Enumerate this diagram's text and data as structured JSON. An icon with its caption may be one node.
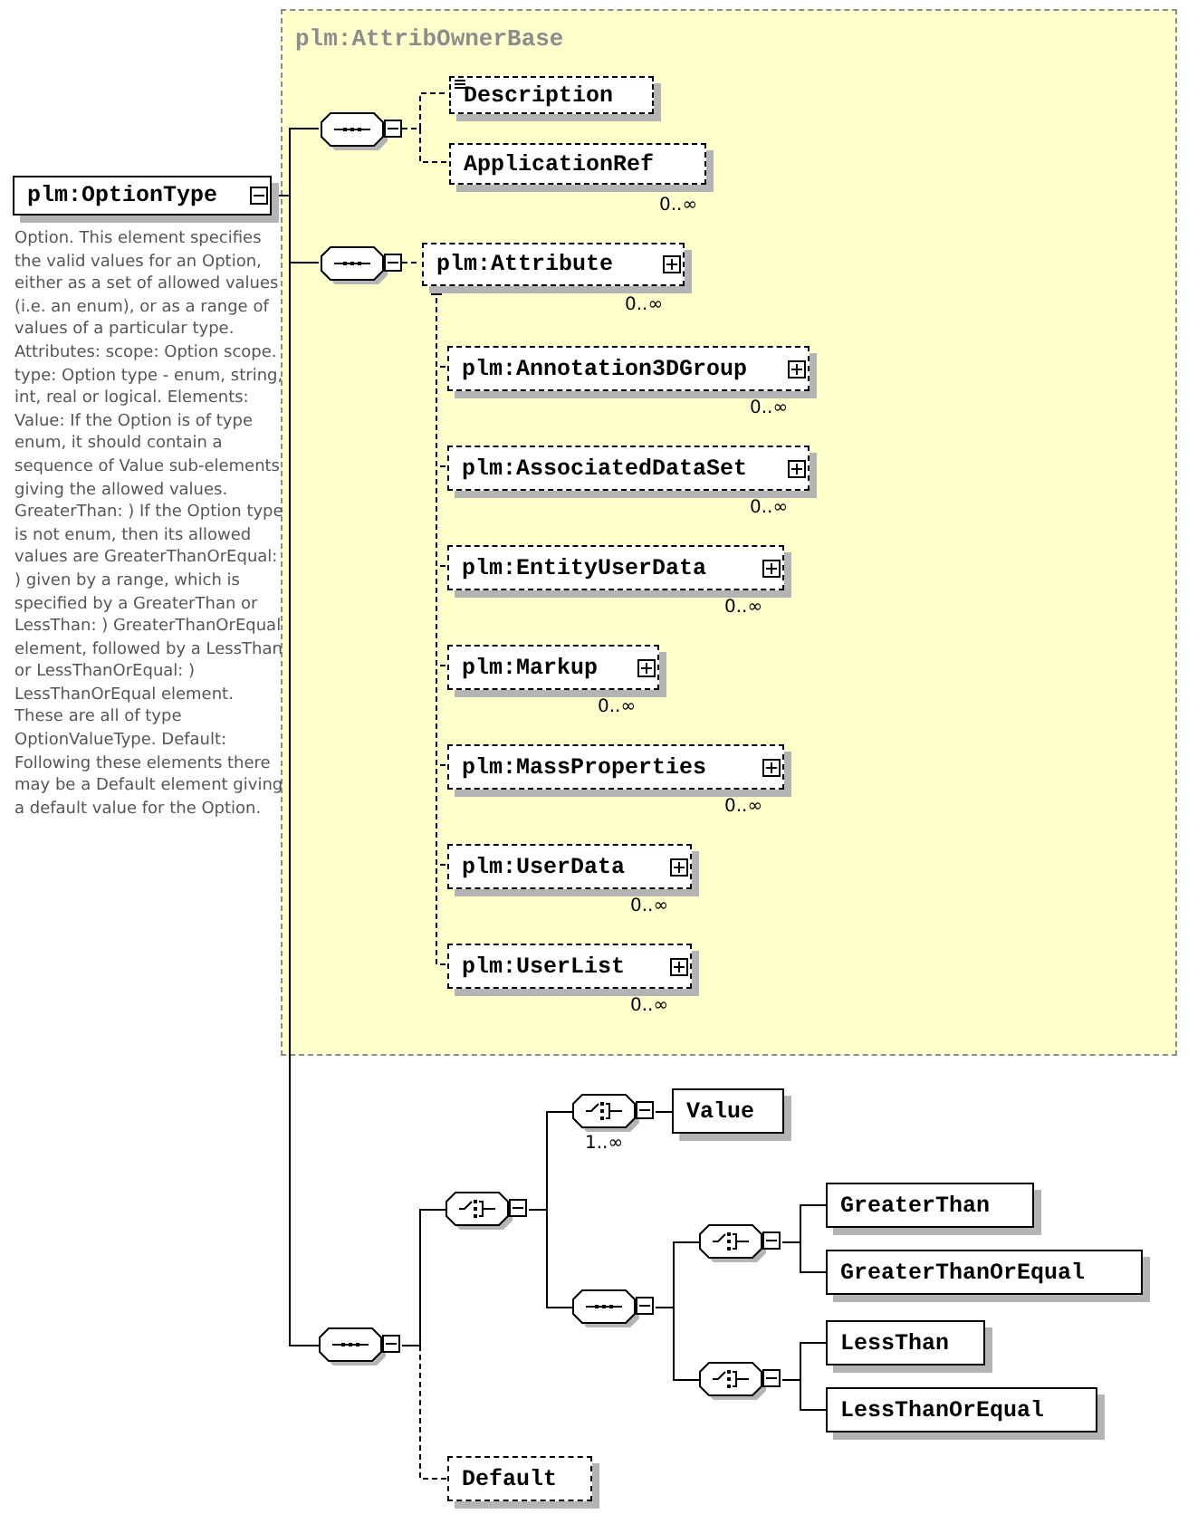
{
  "diagram": {
    "nodes": [
      {
        "text": [
          "plm:OptionType"
        ],
        "beside": [
          "Option. This element specifies the valid values for an Option, either as a set of allowed values (i.e. an enum), or as a range of values of a particular type. Attributes: scope: Option scope. type: Option type - enum, string, int, real or logical. Elements: Value: If the Option is of type enum, it should contain a sequence of Value sub-elements giving the allowed values. GreaterThan: ) If the Option type is not enum, then its allowed values are GreaterThanOrEqual: ) given by a range, which is specified by a GreaterThan or LessThan: ) GreaterThanOrEqual element, followed by a LessThan or LessThanOrEqual: ) LessThanOrEqual element. These are all of type OptionValueType. Default: Following these elements there may be a Default element giving a default value for the Option."
        ]
      },
      {
        "text": [
          "plm:AttribOwnerBase"
        ]
      },
      {
        "text": [],
        "shape": "octagon",
        "in": 1
      },
      {
        "text": [
          "Description"
        ],
        "in": 1
      },
      {
        "text": [
          "ApplicationRef"
        ],
        "in": 1,
        "beside": [
          "0..∞"
        ]
      },
      {
        "text": [],
        "shape": "octagon",
        "in": 1
      },
      {
        "text": [
          "plm:Attribute"
        ],
        "in": 1,
        "beside": [
          "0..∞"
        ]
      },
      {
        "text": [
          "plm:Annotation3DGroup"
        ],
        "in": 1,
        "beside": [
          "0..∞"
        ]
      },
      {
        "text": [
          "plm:AssociatedDataSet"
        ],
        "in": 1,
        "beside": [
          "0..∞"
        ]
      },
      {
        "text": [
          "plm:EntityUserData"
        ],
        "in": 1,
        "beside": [
          "0..∞"
        ]
      },
      {
        "text": [
          "plm:Markup"
        ],
        "in": 1,
        "beside": [
          "0..∞"
        ]
      },
      {
        "text": [
          "plm:MassProperties"
        ],
        "in": 1,
        "beside": [
          "0..∞"
        ]
      },
      {
        "text": [
          "plm:UserData"
        ],
        "in": 1,
        "beside": [
          "0..∞"
        ]
      },
      {
        "text": [
          "plm:UserList"
        ],
        "in": 1,
        "beside": [
          "0..∞"
        ]
      },
      {
        "text": [],
        "shape": "octagon"
      },
      {
        "text": [],
        "shape": "octagon"
      },
      {
        "text": [],
        "shape": "octagon",
        "beside": [
          "1..∞"
        ]
      },
      {
        "text": [
          "Value"
        ]
      },
      {
        "text": [],
        "shape": "octagon"
      },
      {
        "text": [],
        "shape": "octagon"
      },
      {
        "text": [
          "GreaterThan"
        ]
      },
      {
        "text": [
          "GreaterThanOrEqual"
        ]
      },
      {
        "text": [],
        "shape": "octagon"
      },
      {
        "text": [
          "LessThan"
        ]
      },
      {
        "text": [
          "LessThanOrEqual"
        ]
      },
      {
        "text": [
          "Default"
        ]
      }
    ],
    "edges": [
      {
        "from": 0,
        "to": 2,
        "arrow": "none"
      },
      {
        "from": 0,
        "to": 5,
        "arrow": "none"
      },
      {
        "from": 0,
        "to": 14,
        "arrow": "none"
      },
      {
        "from": 2,
        "to": 3,
        "arrow": "none",
        "style": "dashed"
      },
      {
        "from": 2,
        "to": 4,
        "arrow": "none",
        "style": "dashed"
      },
      {
        "from": 5,
        "to": 6,
        "arrow": "none",
        "style": "dashed"
      },
      {
        "from": 7,
        "to": 6,
        "arrow": "to",
        "style": "dashed"
      },
      {
        "from": 8,
        "to": 6,
        "arrow": "to",
        "style": "dashed"
      },
      {
        "from": 9,
        "to": 6,
        "arrow": "to",
        "style": "dashed"
      },
      {
        "from": 10,
        "to": 6,
        "arrow": "to",
        "style": "dashed"
      },
      {
        "from": 11,
        "to": 6,
        "arrow": "to",
        "style": "dashed"
      },
      {
        "from": 12,
        "to": 6,
        "arrow": "to",
        "style": "dashed"
      },
      {
        "from": 13,
        "to": 6,
        "arrow": "to",
        "style": "dashed"
      },
      {
        "from": 14,
        "to": 15,
        "arrow": "none"
      },
      {
        "from": 14,
        "to": 25,
        "arrow": "none",
        "style": "dashed"
      },
      {
        "from": 15,
        "to": 16,
        "arrow": "none"
      },
      {
        "from": 15,
        "to": 18,
        "arrow": "none"
      },
      {
        "from": 16,
        "to": 17,
        "arrow": "none"
      },
      {
        "from": 18,
        "to": 19,
        "arrow": "none"
      },
      {
        "from": 18,
        "to": 22,
        "arrow": "none"
      },
      {
        "from": 19,
        "to": 20,
        "arrow": "none"
      },
      {
        "from": 19,
        "to": 21,
        "arrow": "none"
      },
      {
        "from": 22,
        "to": 23,
        "arrow": "none"
      },
      {
        "from": 22,
        "to": 24,
        "arrow": "none"
      }
    ]
  }
}
